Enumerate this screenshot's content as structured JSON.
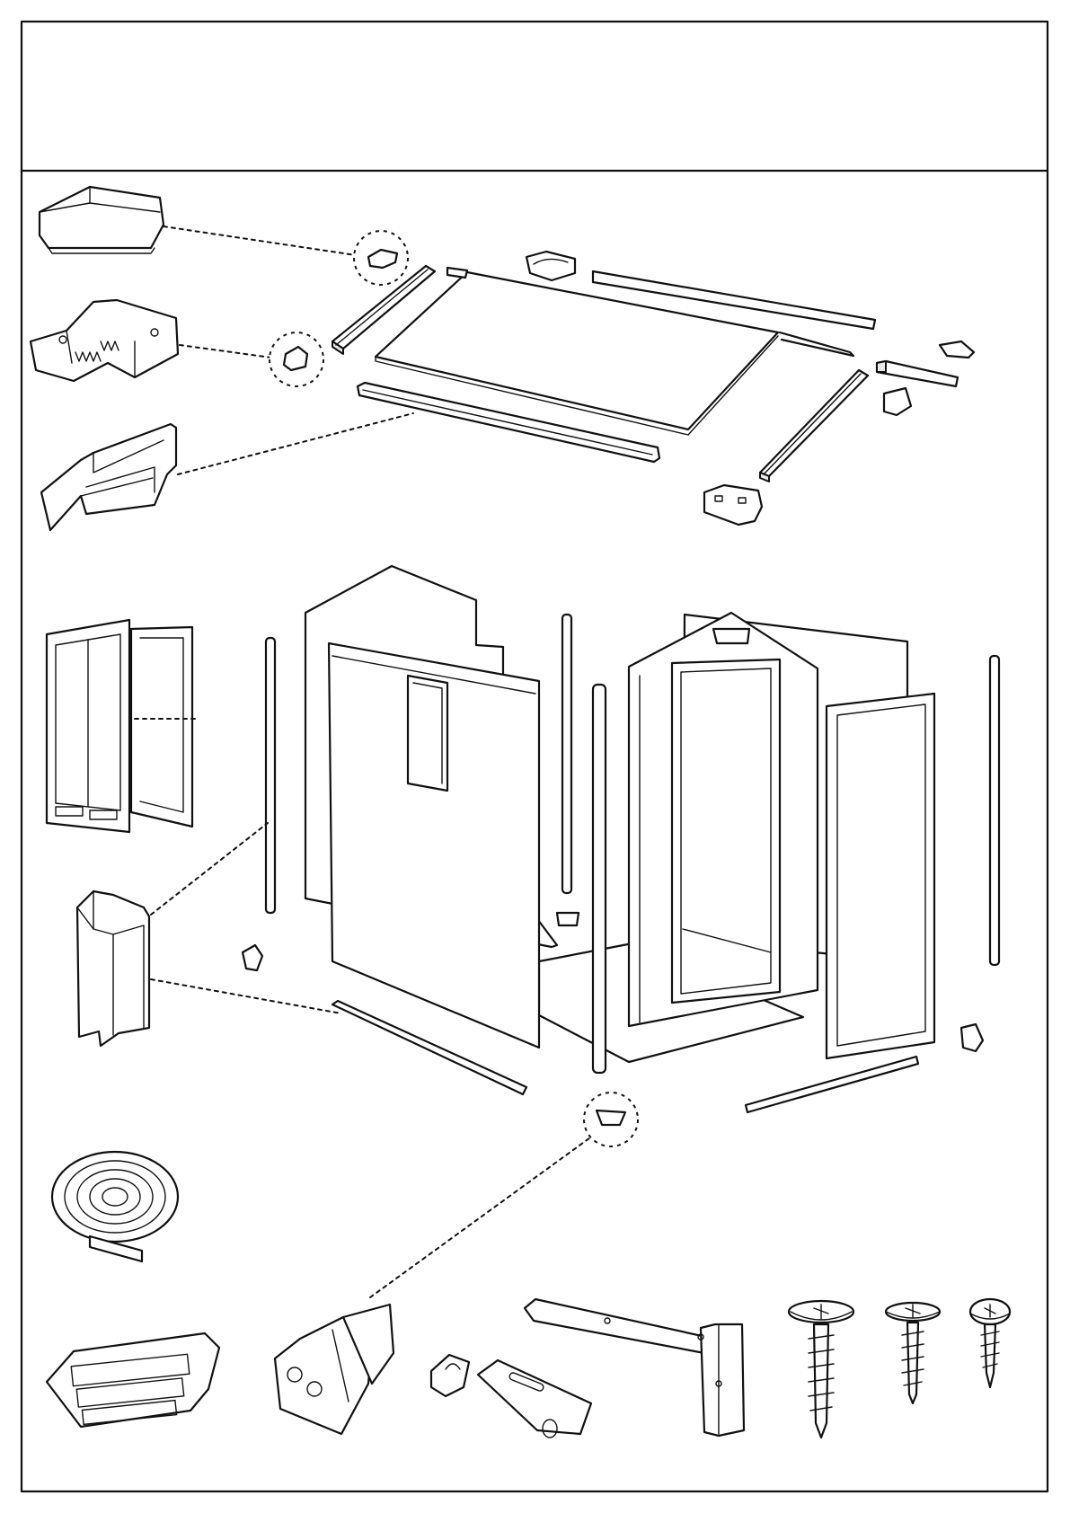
{
  "page": {
    "header_title": "",
    "border_color": "#111111",
    "background": "#ffffff"
  },
  "parts": [
    {
      "id": "roof-cap-top",
      "icon": "roof-end-cap-icon"
    },
    {
      "id": "corner-connector",
      "icon": "corner-connector-icon"
    },
    {
      "id": "roof-profile",
      "icon": "roof-profile-icon"
    },
    {
      "id": "window-frame",
      "icon": "window-frame-icon"
    },
    {
      "id": "corner-profile",
      "icon": "corner-profile-icon"
    },
    {
      "id": "seal-tape-roll",
      "icon": "seal-tape-roll-icon"
    },
    {
      "id": "gable-vent",
      "icon": "gable-vent-icon"
    },
    {
      "id": "floor-bracket",
      "icon": "floor-bracket-icon"
    },
    {
      "id": "hasp-latch",
      "icon": "hasp-latch-icon"
    },
    {
      "id": "tee-hinge",
      "icon": "tee-hinge-icon"
    },
    {
      "id": "screw-large",
      "icon": "screw-large-icon"
    },
    {
      "id": "screw-medium",
      "icon": "screw-medium-icon"
    },
    {
      "id": "screw-small",
      "icon": "screw-small-icon"
    }
  ]
}
